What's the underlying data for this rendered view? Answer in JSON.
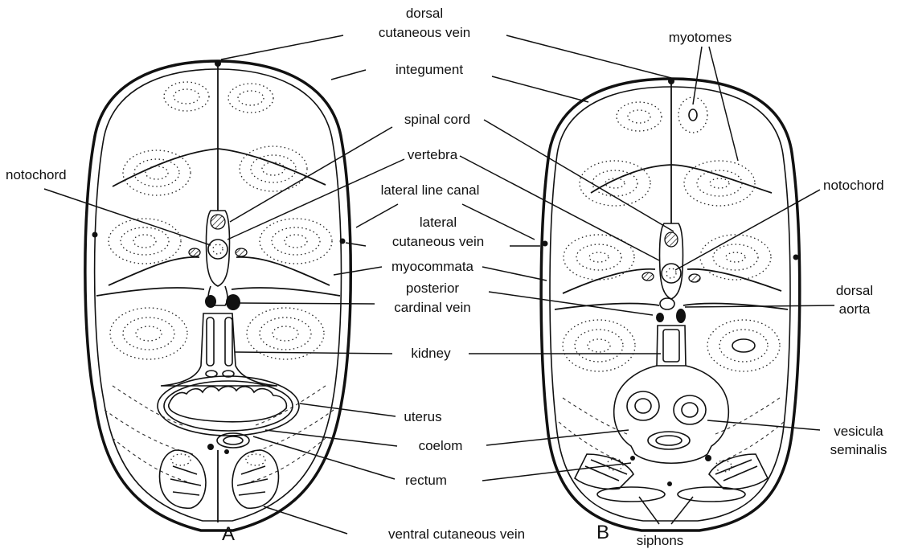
{
  "panels": {
    "a": "A",
    "b": "B"
  },
  "labels": {
    "dorsal_cutaneous_vein_1": "dorsal",
    "dorsal_cutaneous_vein_2": "cutaneous vein",
    "integument": "integument",
    "myotomes": "myotomes",
    "spinal_cord": "spinal cord",
    "vertebra": "vertebra",
    "notochord_a": "notochord",
    "notochord_b": "notochord",
    "lateral_line_canal": "lateral line canal",
    "lateral_cutaneous_vein_1": "lateral",
    "lateral_cutaneous_vein_2": "cutaneous vein",
    "myocommata": "myocommata",
    "posterior_cardinal_vein_1": "posterior",
    "posterior_cardinal_vein_2": "cardinal vein",
    "dorsal_aorta_1": "dorsal",
    "dorsal_aorta_2": "aorta",
    "kidney": "kidney",
    "uterus": "uterus",
    "coelom": "coelom",
    "vesicula_seminalis_1": "vesicula",
    "vesicula_seminalis_2": "seminalis",
    "rectum": "rectum",
    "ventral_cutaneous_vein": "ventral cutaneous vein",
    "siphons": "siphons"
  }
}
